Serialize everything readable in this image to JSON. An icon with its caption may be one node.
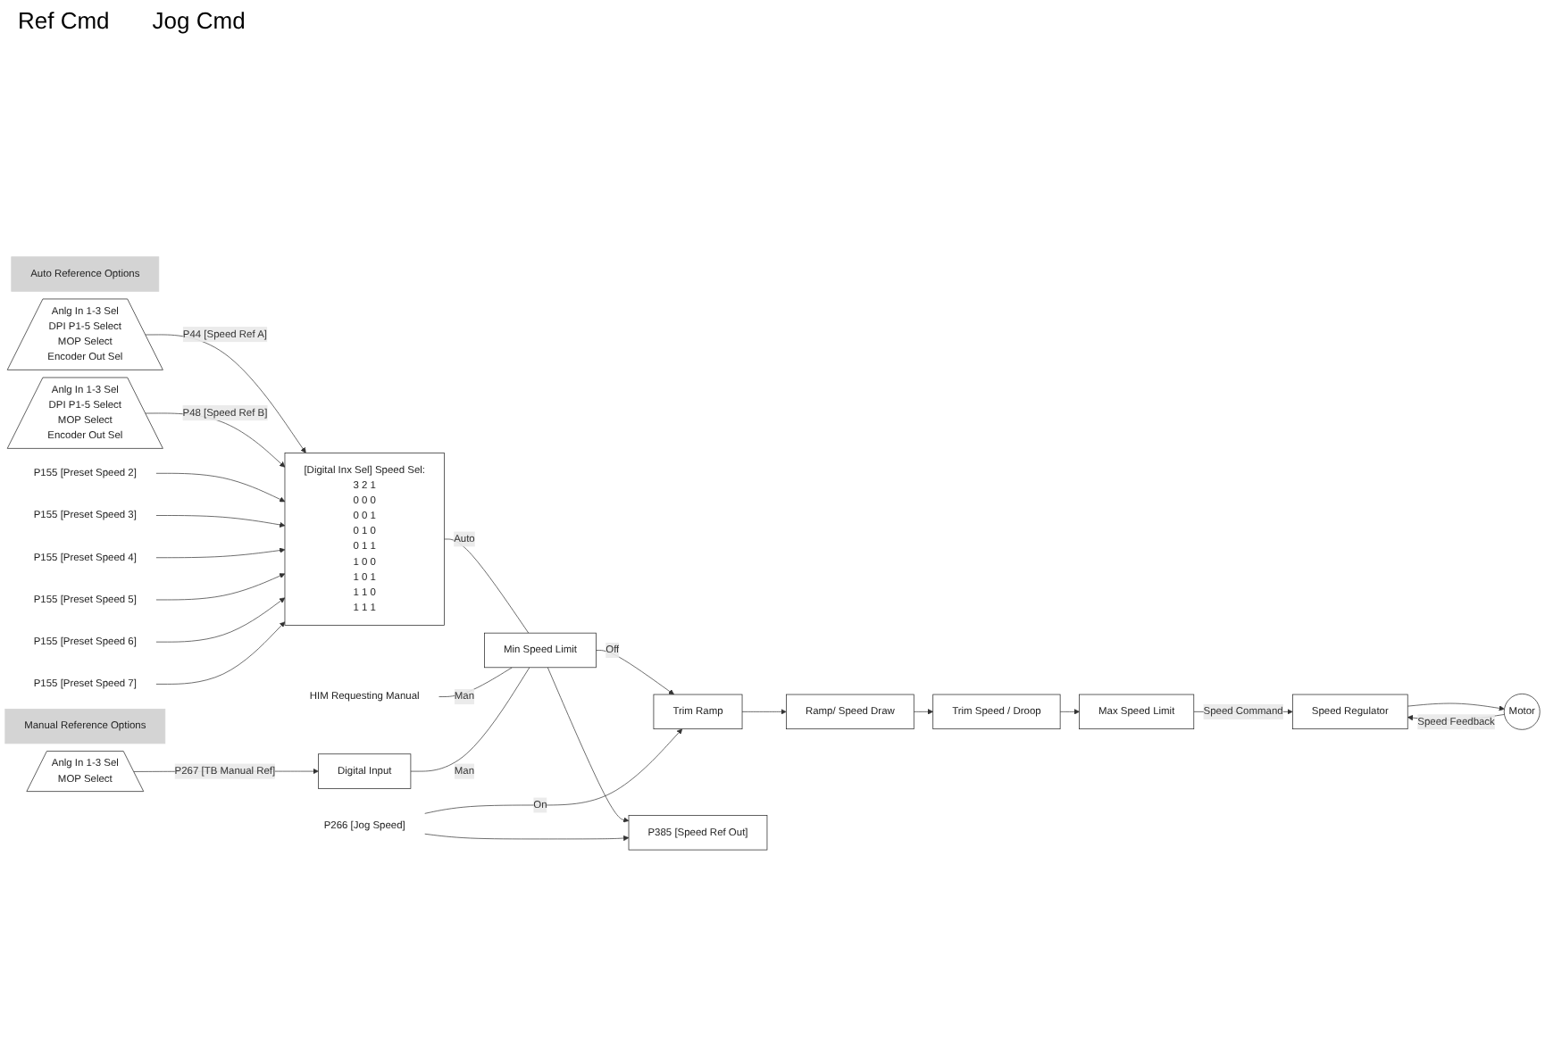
{
  "diagram": {
    "nodes": [
      {
        "text": [
          "Auto Reference Options"
        ]
      },
      {
        "text": [
          "Anlg In 1-3 Sel",
          "DPI P1-5 Select",
          "MOP Select",
          "Encoder Out Sel"
        ]
      },
      {
        "text": [
          "Anlg In 1-3 Sel",
          "DPI P1-5 Select",
          "MOP Select",
          "Encoder Out Sel"
        ]
      },
      {
        "text": [
          "P155 [Preset Speed 2]"
        ]
      },
      {
        "text": [
          "P155 [Preset Speed 3]"
        ]
      },
      {
        "text": [
          "P155 [Preset Speed 4]"
        ]
      },
      {
        "text": [
          "P155 [Preset Speed 5]"
        ]
      },
      {
        "text": [
          "P155 [Preset Speed 6]"
        ]
      },
      {
        "text": [
          "P155 [Preset Speed 7]"
        ]
      },
      {
        "text": [
          "[Digital Inx Sel] Speed Sel:",
          "3 2 1",
          "0 0 0",
          "0 0 1",
          "0 1 0",
          "0 1 1",
          "1 0 0",
          "1 0 1",
          "1 1 0",
          "1 1 1"
        ]
      },
      {
        "text": [
          "Manual Reference Options"
        ]
      },
      {
        "text": [
          "HIM Requesting Manual"
        ]
      },
      {
        "text": [
          "Anlg In 1-3 Sel",
          "MOP Select"
        ]
      },
      {
        "text": [
          "Digital Input"
        ]
      },
      {
        "text": [
          "P266 [Jog Speed]"
        ]
      },
      {
        "text": [
          "Min Speed Limit"
        ]
      },
      {
        "text": [
          "Trim Ramp"
        ]
      },
      {
        "text": [
          "P385 [Speed Ref Out]"
        ]
      },
      {
        "text": [
          "Ramp/ Speed Draw"
        ]
      },
      {
        "text": [
          "Trim Speed / Droop"
        ]
      },
      {
        "text": [
          "Max Speed Limit"
        ]
      },
      {
        "text": [
          "Speed Regulator"
        ]
      },
      {
        "text": [
          "Motor"
        ]
      }
    ],
    "edges": [
      {
        "from": 1,
        "to": 9,
        "arrow": "to",
        "label": "P44 [Speed Ref A]"
      },
      {
        "from": 2,
        "to": 9,
        "arrow": "to",
        "label": "P48 [Speed Ref B]"
      },
      {
        "from": 3,
        "to": 9,
        "arrow": "to"
      },
      {
        "from": 4,
        "to": 9,
        "arrow": "to"
      },
      {
        "from": 5,
        "to": 9,
        "arrow": "to"
      },
      {
        "from": 6,
        "to": 9,
        "arrow": "to"
      },
      {
        "from": 7,
        "to": 9,
        "arrow": "to"
      },
      {
        "from": 8,
        "to": 9,
        "arrow": "to"
      },
      {
        "from": 12,
        "to": 13,
        "arrow": "to",
        "label": "P267 [TB Manual Ref]"
      },
      {
        "from": 9,
        "to": 15,
        "arrow": "none",
        "label": "Auto"
      },
      {
        "from": 11,
        "to": 15,
        "arrow": "none",
        "label": "Man"
      },
      {
        "from": 13,
        "to": 15,
        "arrow": "none",
        "label": "Man"
      },
      {
        "from": 15,
        "to": 16,
        "arrow": "to",
        "label": "Off"
      },
      {
        "from": 14,
        "to": 16,
        "arrow": "to",
        "label": "On"
      },
      {
        "from": 15,
        "to": 17,
        "arrow": "to"
      },
      {
        "from": 14,
        "to": 17,
        "arrow": "to"
      },
      {
        "from": 16,
        "to": 18,
        "arrow": "to"
      },
      {
        "from": 18,
        "to": 19,
        "arrow": "to"
      },
      {
        "from": 19,
        "to": 20,
        "arrow": "to"
      },
      {
        "from": 20,
        "to": 21,
        "arrow": "to",
        "label": "Speed Command"
      },
      {
        "from": 21,
        "to": 22,
        "arrow": "to"
      },
      {
        "from": 22,
        "to": 21,
        "arrow": "to",
        "label": "Speed Feedback"
      }
    ],
    "labels": [
      "Ref Cmd",
      "Jog Cmd"
    ]
  }
}
